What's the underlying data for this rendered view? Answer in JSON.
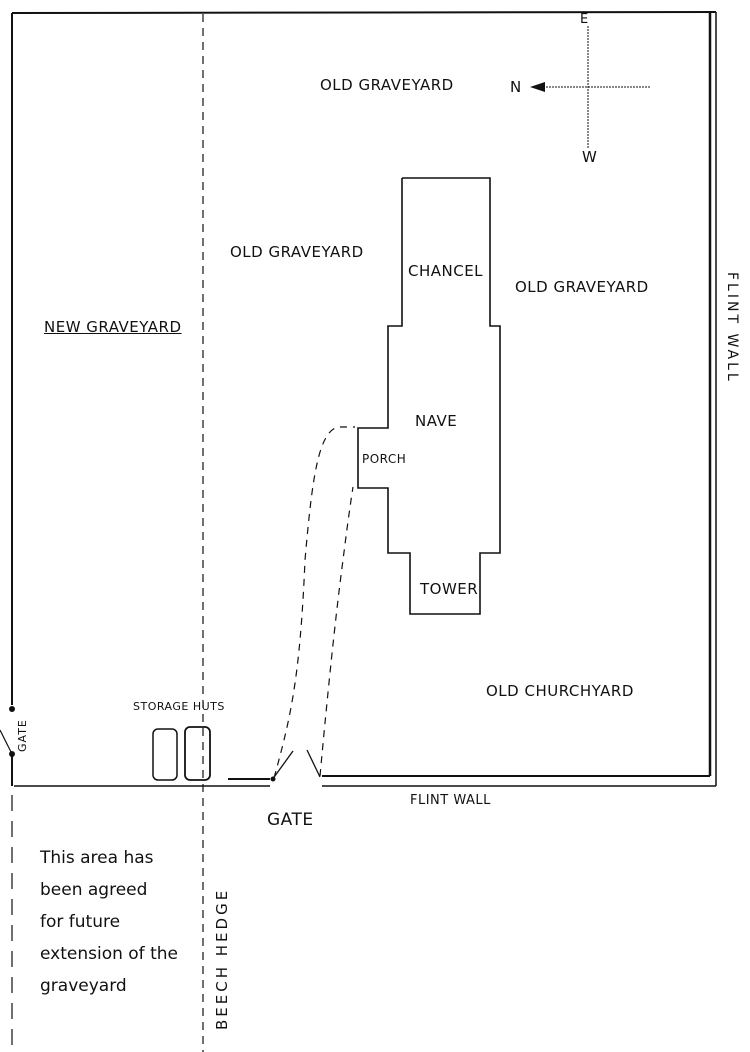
{
  "compass": {
    "north": "N",
    "east": "E",
    "west": "W"
  },
  "areas": {
    "old_graveyard_top": "OLD GRAVEYARD",
    "old_graveyard_middle": "OLD GRAVEYARD",
    "old_graveyard_right": "OLD GRAVEYARD",
    "new_graveyard": "NEW GRAVEYARD",
    "old_churchyard": "OLD CHURCHYARD"
  },
  "church": {
    "chancel": "CHANCEL",
    "nave": "NAVE",
    "porch": "PORCH",
    "tower": "TOWER"
  },
  "features": {
    "storage_huts": "STORAGE HUTS",
    "main_gate": "GATE",
    "side_gate": "GATE",
    "flint_wall_bottom": "FLINT WALL",
    "flint_wall_right": "FLINT WALL",
    "beech_hedge": "BEECH HEDGE"
  },
  "note": {
    "lines": [
      "This area has",
      "been agreed",
      "for future",
      "extension of the",
      "graveyard"
    ]
  }
}
